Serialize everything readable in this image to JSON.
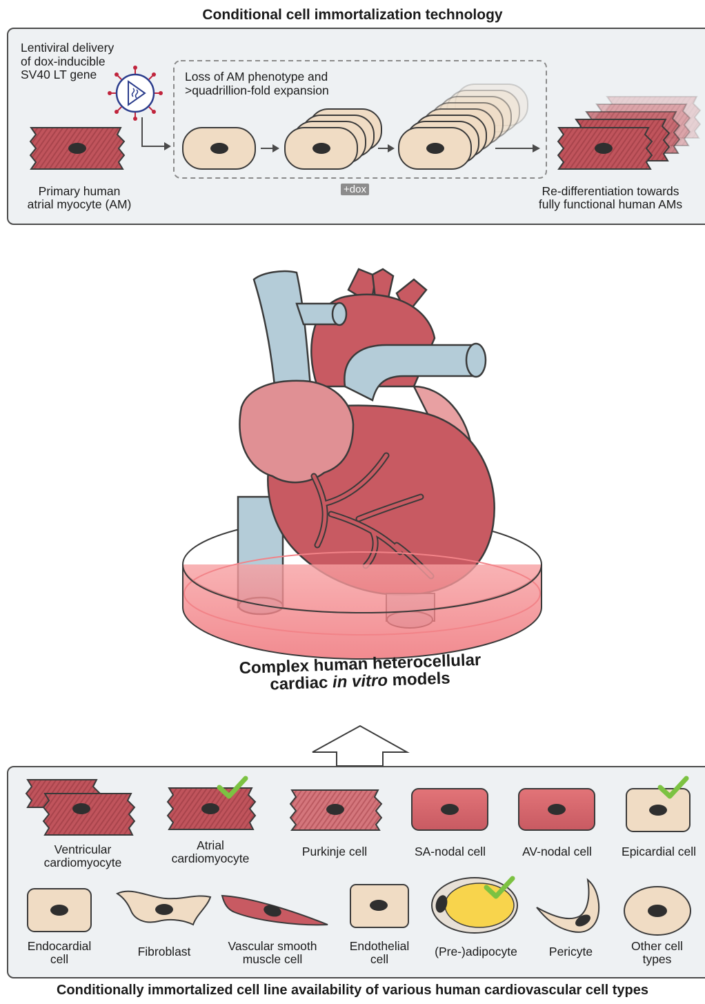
{
  "top": {
    "title": "Conditional cell immortalization technology",
    "lentiviral_label": [
      "Lentiviral delivery",
      "of dox-inducible",
      "SV40 LT gene"
    ],
    "dashed_box_label": [
      "Loss of AM phenotype and",
      ">quadrillion-fold expansion"
    ],
    "dox_label": "+dox",
    "primary_label": [
      "Primary human",
      "atrial myocyte (AM)"
    ],
    "redifferentiation_label": [
      "Re-differentiation towards",
      "fully functional human AMs"
    ]
  },
  "middle": {
    "title_line1": "Complex human heterocellular",
    "title_line2_pre": "cardiac ",
    "title_line2_italic": "in vitro",
    "title_line2_post": " models"
  },
  "bottom": {
    "caption": "Conditionally immortalized cell line availability of various human cardiovascular cell types",
    "row1": [
      {
        "label": [
          "Ventricular",
          "cardiomyocyte"
        ],
        "available": false
      },
      {
        "label": [
          "Atrial",
          "cardiomyocyte"
        ],
        "available": true
      },
      {
        "label": [
          "Purkinje cell"
        ],
        "available": false
      },
      {
        "label": [
          "SA-nodal cell"
        ],
        "available": false
      },
      {
        "label": [
          "AV-nodal cell"
        ],
        "available": false
      },
      {
        "label": [
          "Epicardial cell"
        ],
        "available": true
      }
    ],
    "row2": [
      {
        "label": [
          "Endocardial",
          "cell"
        ],
        "available": false
      },
      {
        "label": [
          "Fibroblast"
        ],
        "available": false
      },
      {
        "label": [
          "Vascular smooth",
          "muscle cell"
        ],
        "available": false
      },
      {
        "label": [
          "Endothelial",
          "cell"
        ],
        "available": false
      },
      {
        "label": [
          "(Pre-)adipocyte"
        ],
        "available": true
      },
      {
        "label": [
          "Pericyte"
        ],
        "available": false
      },
      {
        "label": [
          "Other cell",
          "types"
        ],
        "available": false
      }
    ]
  },
  "colors": {
    "myocyte": "#c0545c",
    "cell_beige": "#f0dcc4",
    "nucleus": "#2f2f2f",
    "check": "#7cc242",
    "vessel": "#b4ccd8",
    "heart": "#c85a62",
    "dish": "#f07a7e",
    "virus": "#2a3c8c",
    "virus_spikes": "#c0243c"
  }
}
